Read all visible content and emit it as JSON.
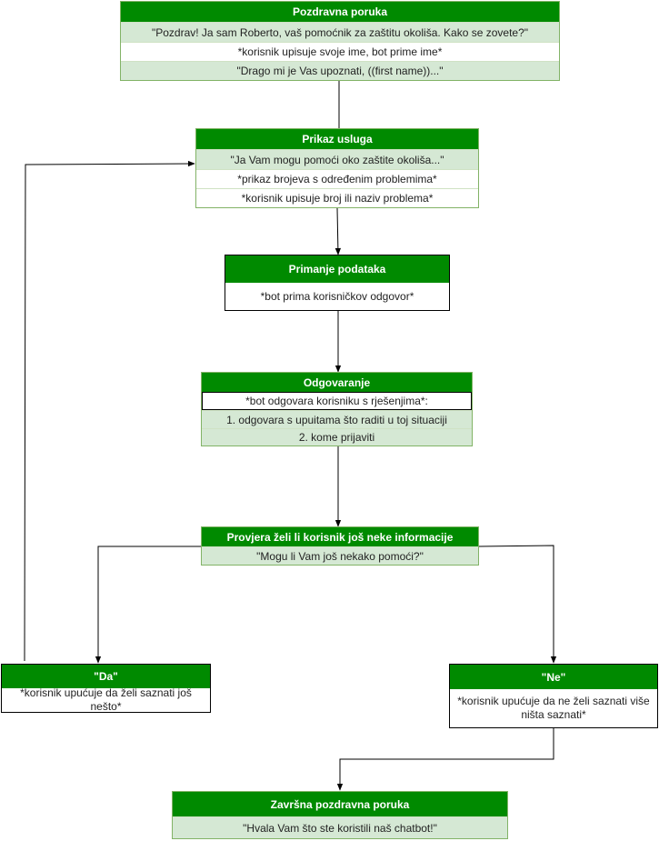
{
  "nodes": {
    "pozdravna": {
      "title": "Pozdravna poruka",
      "rows": [
        "\"Pozdrav! Ja sam Roberto, vaš pomoćnik za zaštitu okoliša. Kako se zovete?\"",
        "*korisnik upisuje svoje ime, bot prime ime*",
        "\"Drago mi je Vas upoznati, ((first name))...\""
      ]
    },
    "prikaz": {
      "title": "Prikaz usluga",
      "rows": [
        "\"Ja Vam mogu pomoći oko zaštite okoliša...\"",
        "*prikaz brojeva s određenim problemima*",
        "*korisnik upisuje broj ili naziv problema*"
      ]
    },
    "primanje": {
      "title": "Primanje podataka",
      "rows": [
        "*bot prima korisničkov odgovor*"
      ]
    },
    "odgovaranje": {
      "title": "Odgovaranje",
      "rows": [
        "*bot odgovara korisniku s rješenjima*:",
        "1. odgovara s upuitama što raditi u toj situaciji",
        "2. kome prijaviti"
      ]
    },
    "provjera": {
      "title": "Provjera želi li korisnik još neke informacije",
      "rows": [
        "\"Mogu li Vam još nekako pomoći?\""
      ]
    },
    "da": {
      "title": "\"Da\"",
      "rows": [
        "*korisnik upućuje da želi saznati još nešto*"
      ]
    },
    "ne": {
      "title": "\"Ne\"",
      "rows": [
        "*korisnik upućuje da ne želi saznati više ništa saznati*"
      ]
    },
    "zavrsna": {
      "title": "Završna pozdravna poruka",
      "rows": [
        "\"Hvala Vam što ste koristili naš chatbot!\""
      ]
    }
  },
  "colors": {
    "header": "#008a00",
    "row_fill": "#d5e8d4",
    "border": "#82b366",
    "edge": "#000000"
  }
}
